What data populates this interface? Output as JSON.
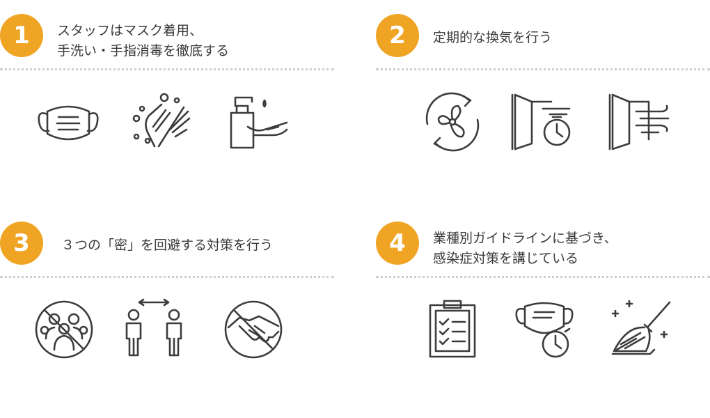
{
  "sections": [
    {
      "number": "1",
      "title_lines": [
        "スタッフはマスク着用、",
        "手洗い・手指消毒を徹底する"
      ],
      "icons": [
        "face-mask-icon",
        "hand-washing-icon",
        "hand-sanitizer-icon"
      ]
    },
    {
      "number": "2",
      "title_lines": [
        "定期的な換気を行う"
      ],
      "icons": [
        "ventilation-fan-icon",
        "door-timer-icon",
        "door-airflow-icon"
      ]
    },
    {
      "number": "3",
      "title_lines": [
        "３つの「密」を回避する対策を行う"
      ],
      "icons": [
        "no-crowd-icon",
        "social-distance-icon",
        "no-handshake-icon"
      ]
    },
    {
      "number": "4",
      "title_lines": [
        "業種別ガイドラインに基づき、",
        "感染症対策を講じている"
      ],
      "icons": [
        "checklist-clipboard-icon",
        "mask-timer-icon",
        "cleaning-mop-icon"
      ]
    }
  ],
  "colors": {
    "accent": "#f0a424",
    "text": "#3a3a3a",
    "icon": "#3c3c3c",
    "dots": "#cfcfcf"
  }
}
